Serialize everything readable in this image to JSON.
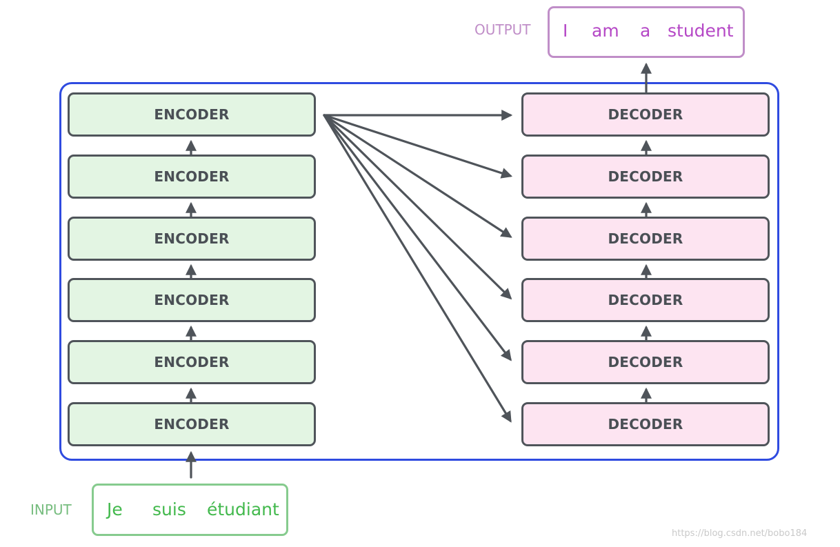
{
  "diagram": {
    "encoder_label": "ENCODER",
    "decoder_label": "DECODER",
    "input": {
      "label": "INPUT",
      "words": [
        "Je",
        "suis",
        "étudiant"
      ]
    },
    "output": {
      "label": "OUTPUT",
      "words": [
        "I",
        "am",
        "a",
        "student"
      ]
    },
    "watermark": "https://blog.csdn.net/bobo184"
  },
  "colors": {
    "frame": "#2f4be0",
    "encoder_fill": "#e3f5e3",
    "decoder_fill": "#fde4f1",
    "block_border": "#4f545a",
    "arrow": "#4f545a",
    "output_text": "#b548c6",
    "output_border": "#c08ec8",
    "input_text": "#43b94d",
    "input_border": "#86cb8e"
  }
}
